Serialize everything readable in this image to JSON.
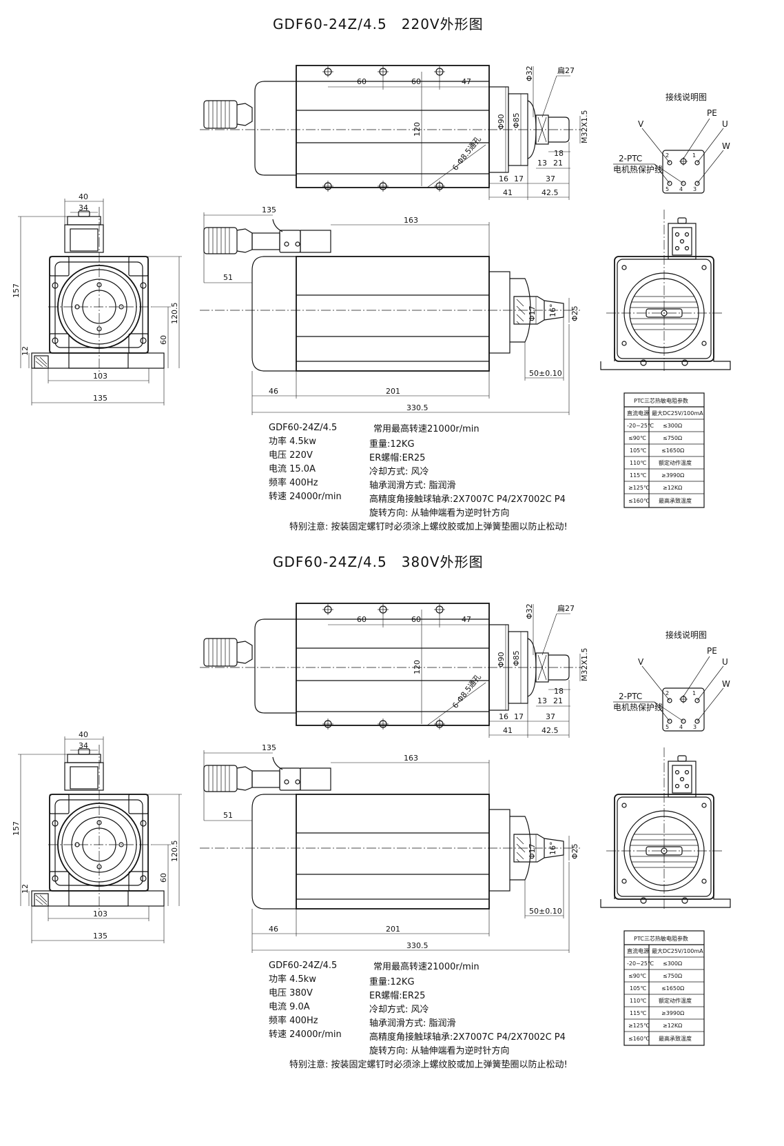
{
  "drawings": [
    {
      "title": "GDF60-24Z/4.5　220V外形图",
      "wiring": {
        "title": "接线说明图",
        "labels": {
          "PE": "PE",
          "U": "U",
          "V": "V",
          "W": "W",
          "ptc": "2-PTC",
          "ptc_desc": "电机热保护线"
        },
        "pins": [
          "1",
          "2",
          "3",
          "4",
          "5"
        ]
      },
      "dims": {
        "side": {
          "p1": "60",
          "p2": "60",
          "p3": "47",
          "height": "120",
          "holes": "6-Φ8.5通孔",
          "d90": "Φ90",
          "d85": "Φ85",
          "d32": "Φ32",
          "flat": "扁27",
          "thread": "M32X1.5",
          "a16": "16",
          "a17": "17",
          "a41": "41",
          "a37": "37",
          "a42": "42.5",
          "a13": "13",
          "a21": "21",
          "a18": "18"
        },
        "front": {
          "w40": "40",
          "w34": "34",
          "h157": "157",
          "h1205": "120.5",
          "h60": "60",
          "h12": "12",
          "w103": "103",
          "w135": "135"
        },
        "main": {
          "len135": "135",
          "len163": "163",
          "len51": "51",
          "d17": "Φ17",
          "ang16": "16°",
          "d25": "Φ25",
          "tol": "50±0.10",
          "len46": "46",
          "len201": "201",
          "len330": "330.5"
        }
      },
      "specs": {
        "model": "GDF60-24Z/4.5",
        "left": [
          "功率 4.5kw",
          "电压 220V",
          "电流 15.0A",
          "频率 400Hz",
          "转速 24000r/min"
        ],
        "right": [
          "常用最高转速21000r/min",
          "重量:12KG",
          "ER螺帽:ER25",
          "冷却方式: 风冷",
          "轴承润滑方式: 脂润滑",
          "高精度角接触球轴承:2X7007C P4/2X7002C P4",
          "旋转方向: 从轴伸端看为逆时针方向"
        ],
        "note": "特别注意: 按装固定螺钉时必须涂上螺纹胶或加上弹簧垫圈以防止松动!"
      },
      "ptc_table": {
        "title": "PTC三芯热敏电阻参数",
        "rows": [
          [
            "直流电源",
            "最大DC25V/100mA"
          ],
          [
            "-20~25℃",
            "≤300Ω"
          ],
          [
            "≤90℃",
            "≤750Ω"
          ],
          [
            "105℃",
            "≤1650Ω"
          ],
          [
            "110℃",
            "额定动作温度"
          ],
          [
            "115℃",
            "≥3990Ω"
          ],
          [
            "≥125℃",
            "≥12KΩ"
          ],
          [
            "≤160℃",
            "最高承致温度"
          ]
        ]
      }
    },
    {
      "title": "GDF60-24Z/4.5　380V外形图",
      "wiring": {
        "title": "接线说明图",
        "labels": {
          "PE": "PE",
          "U": "U",
          "V": "V",
          "W": "W",
          "ptc": "2-PTC",
          "ptc_desc": "电机热保护线"
        },
        "pins": [
          "1",
          "2",
          "3",
          "4",
          "5"
        ]
      },
      "dims": {
        "side": {
          "p1": "60",
          "p2": "60",
          "p3": "47",
          "height": "120",
          "holes": "6-Φ8.5通孔",
          "d90": "Φ90",
          "d85": "Φ85",
          "d32": "Φ32",
          "flat": "扁27",
          "thread": "M32X1.5",
          "a16": "16",
          "a17": "17",
          "a41": "41",
          "a37": "37",
          "a42": "42.5",
          "a13": "13",
          "a21": "21",
          "a18": "18"
        },
        "front": {
          "w40": "40",
          "w34": "34",
          "h157": "157",
          "h1205": "120.5",
          "h60": "60",
          "h12": "12",
          "w103": "103",
          "w135": "135"
        },
        "main": {
          "len135": "135",
          "len163": "163",
          "len51": "51",
          "d17": "Φ17",
          "ang16": "16°",
          "d25": "Φ25",
          "tol": "50±0.10",
          "len46": "46",
          "len201": "201",
          "len330": "330.5"
        }
      },
      "specs": {
        "model": "GDF60-24Z/4.5",
        "left": [
          "功率 4.5kw",
          "电压 380V",
          "电流 9.0A",
          "频率 400Hz",
          "转速 24000r/min"
        ],
        "right": [
          "常用最高转速21000r/min",
          "重量:12KG",
          "ER螺帽:ER25",
          "冷却方式: 风冷",
          "轴承润滑方式: 脂润滑",
          "高精度角接触球轴承:2X7007C P4/2X7002C P4",
          "旋转方向: 从轴伸端看为逆时针方向"
        ],
        "note": "特别注意: 按装固定螺钉时必须涂上螺纹胶或加上弹簧垫圈以防止松动!"
      },
      "ptc_table": {
        "title": "PTC三芯热敏电阻参数",
        "rows": [
          [
            "直流电源",
            "最大DC25V/100mA"
          ],
          [
            "-20~25℃",
            "≤300Ω"
          ],
          [
            "≤90℃",
            "≤750Ω"
          ],
          [
            "105℃",
            "≤1650Ω"
          ],
          [
            "110℃",
            "额定动作温度"
          ],
          [
            "115℃",
            "≥3990Ω"
          ],
          [
            "≥125℃",
            "≥12KΩ"
          ],
          [
            "≤160℃",
            "最高承致温度"
          ]
        ]
      }
    }
  ]
}
